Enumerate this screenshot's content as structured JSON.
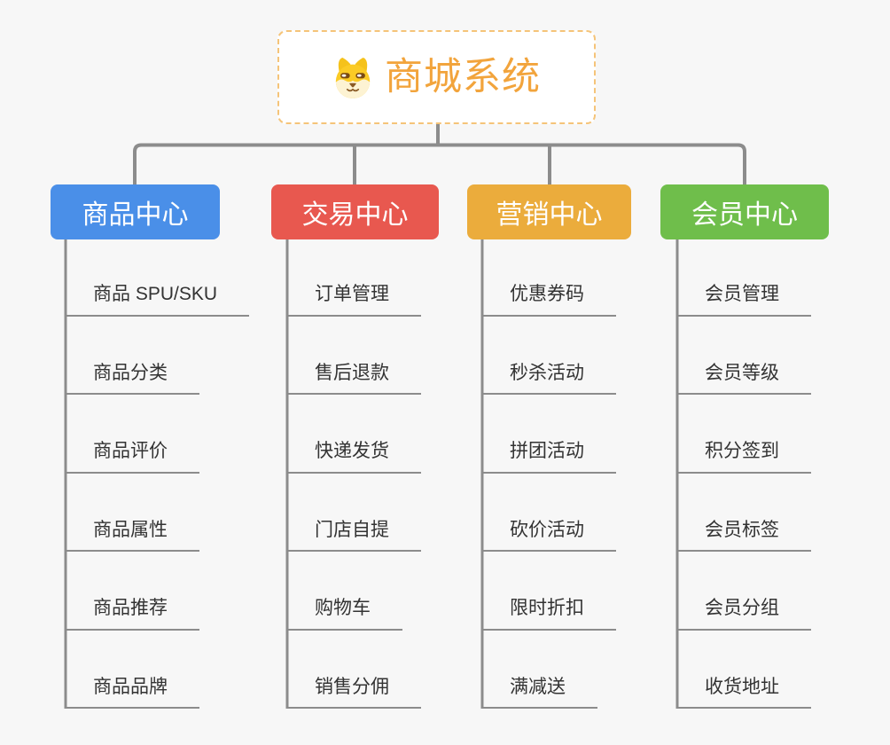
{
  "root": {
    "title": "商城系统",
    "icon": "dog-face-icon"
  },
  "branches": [
    {
      "id": "product-center",
      "label": "商品中心",
      "color": "#4A8FE8",
      "children": [
        "商品 SPU/SKU",
        "商品分类",
        "商品评价",
        "商品属性",
        "商品推荐",
        "商品品牌"
      ]
    },
    {
      "id": "trade-center",
      "label": "交易中心",
      "color": "#E8584F",
      "children": [
        "订单管理",
        "售后退款",
        "快递发货",
        "门店自提",
        "购物车",
        "销售分佣"
      ]
    },
    {
      "id": "marketing-center",
      "label": "营销中心",
      "color": "#EBAC3C",
      "children": [
        "优惠券码",
        "秒杀活动",
        "拼团活动",
        "砍价活动",
        "限时折扣",
        "满减送"
      ]
    },
    {
      "id": "member-center",
      "label": "会员中心",
      "color": "#6FBE4B",
      "children": [
        "会员管理",
        "会员等级",
        "积分签到",
        "会员标签",
        "会员分组",
        "收货地址"
      ]
    }
  ],
  "colors": {
    "background": "#F7F7F7",
    "connector": "#8C8C8C",
    "underline": "#8C8C8C",
    "root_text": "#F2A43C",
    "root_border": "#F5C479",
    "child_text": "#333333"
  }
}
